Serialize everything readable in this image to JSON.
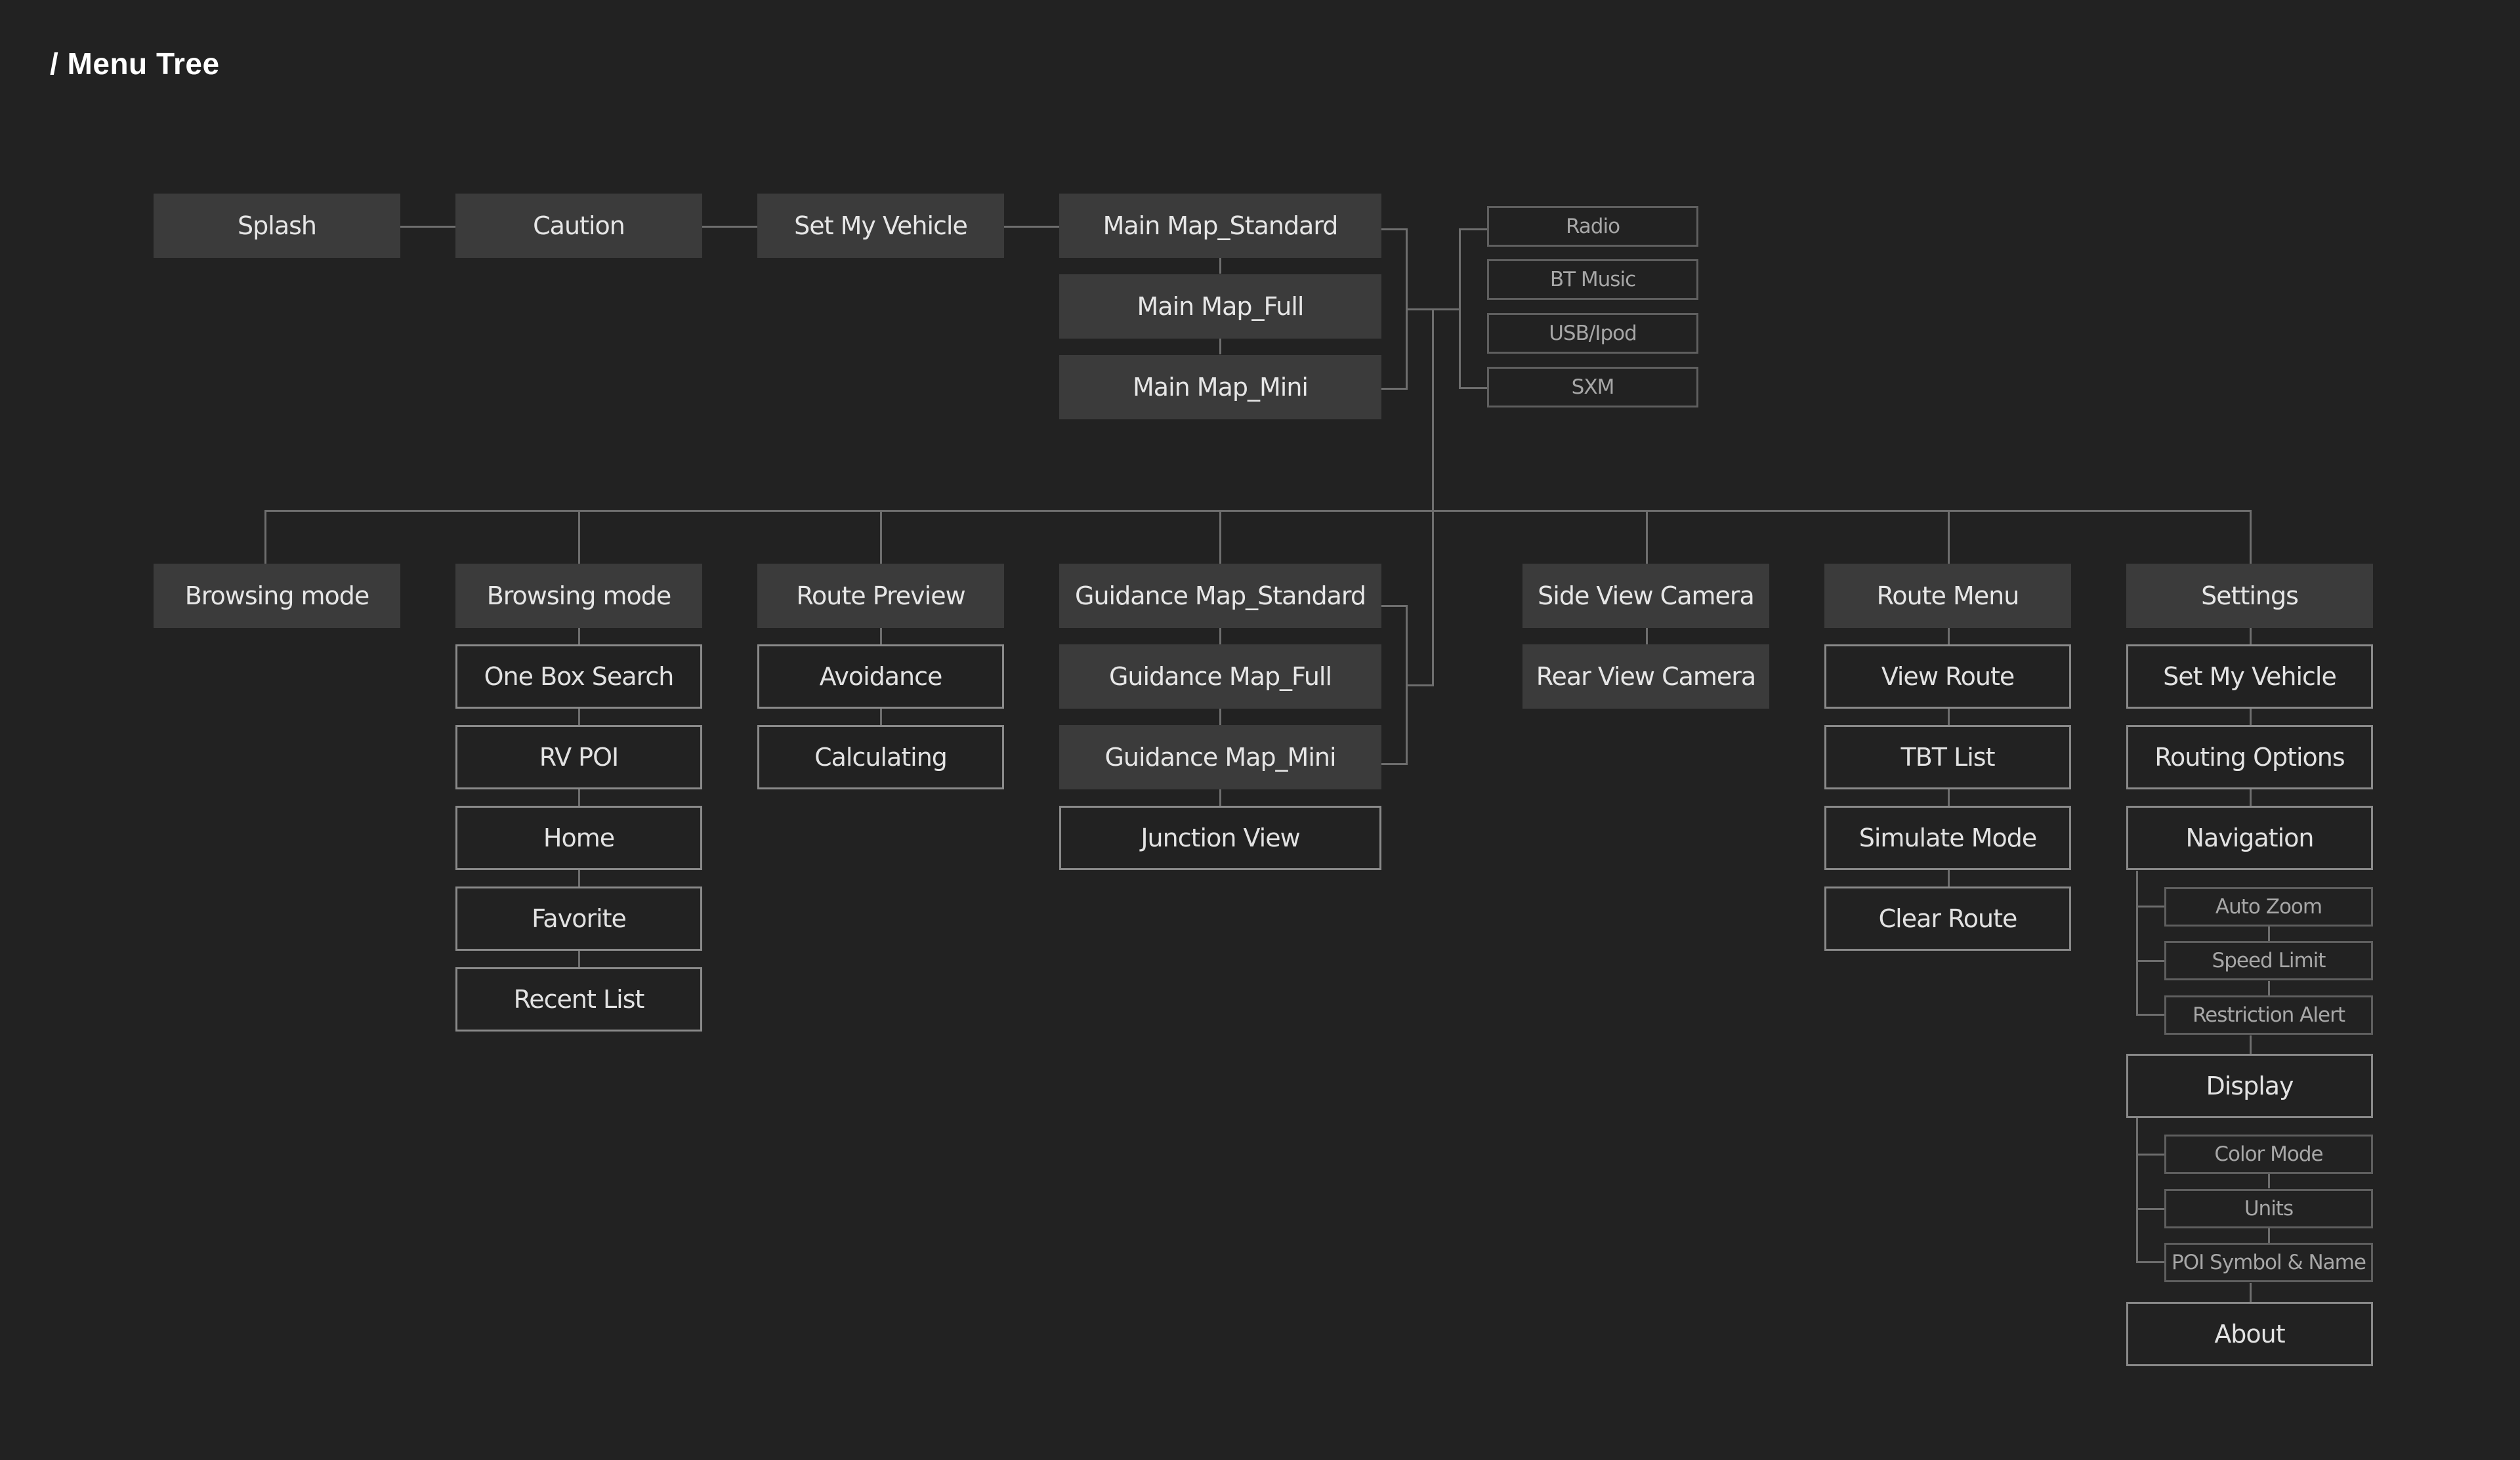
{
  "header": {
    "title": "/ Menu Tree"
  },
  "top_row": [
    "Splash",
    "Caution",
    "Set My Vehicle"
  ],
  "main_map": [
    "Main Map_Standard",
    "Main Map_Full",
    "Main Map_Mini"
  ],
  "audio": [
    "Radio",
    "BT Music",
    "USB/Ipod",
    "SXM"
  ],
  "columns": {
    "browsing_1": {
      "title": "Browsing mode"
    },
    "browsing_2": {
      "title": "Browsing mode",
      "items": [
        "One Box Search",
        "RV POI",
        "Home",
        "Favorite",
        "Recent List"
      ]
    },
    "route_preview": {
      "title": "Route Preview",
      "items": [
        "Avoidance",
        "Calculating"
      ]
    },
    "guidance": {
      "items": [
        "Guidance Map_Standard",
        "Guidance Map_Full",
        "Guidance Map_Mini"
      ],
      "extra": "Junction View"
    },
    "camera": {
      "items": [
        "Side View Camera",
        "Rear View Camera"
      ]
    },
    "route_menu": {
      "title": "Route Menu",
      "items": [
        "View Route",
        "TBT List",
        "Simulate Mode",
        "Clear Route"
      ]
    },
    "settings": {
      "title": "Settings",
      "items": [
        "Set My Vehicle",
        "Routing Options",
        "Navigation"
      ],
      "navigation_sub": [
        "Auto Zoom",
        "Speed Limit",
        "Restriction Alert"
      ],
      "display": "Display",
      "display_sub": [
        "Color Mode",
        "Units",
        "POI Symbol & Name"
      ],
      "about": "About"
    }
  },
  "colors": {
    "background": "#222222",
    "filled_box": "#3b3b3b",
    "outline_border": "#8a8a8a",
    "connector": "#6e6e6e",
    "text": "#e6e6e6"
  }
}
